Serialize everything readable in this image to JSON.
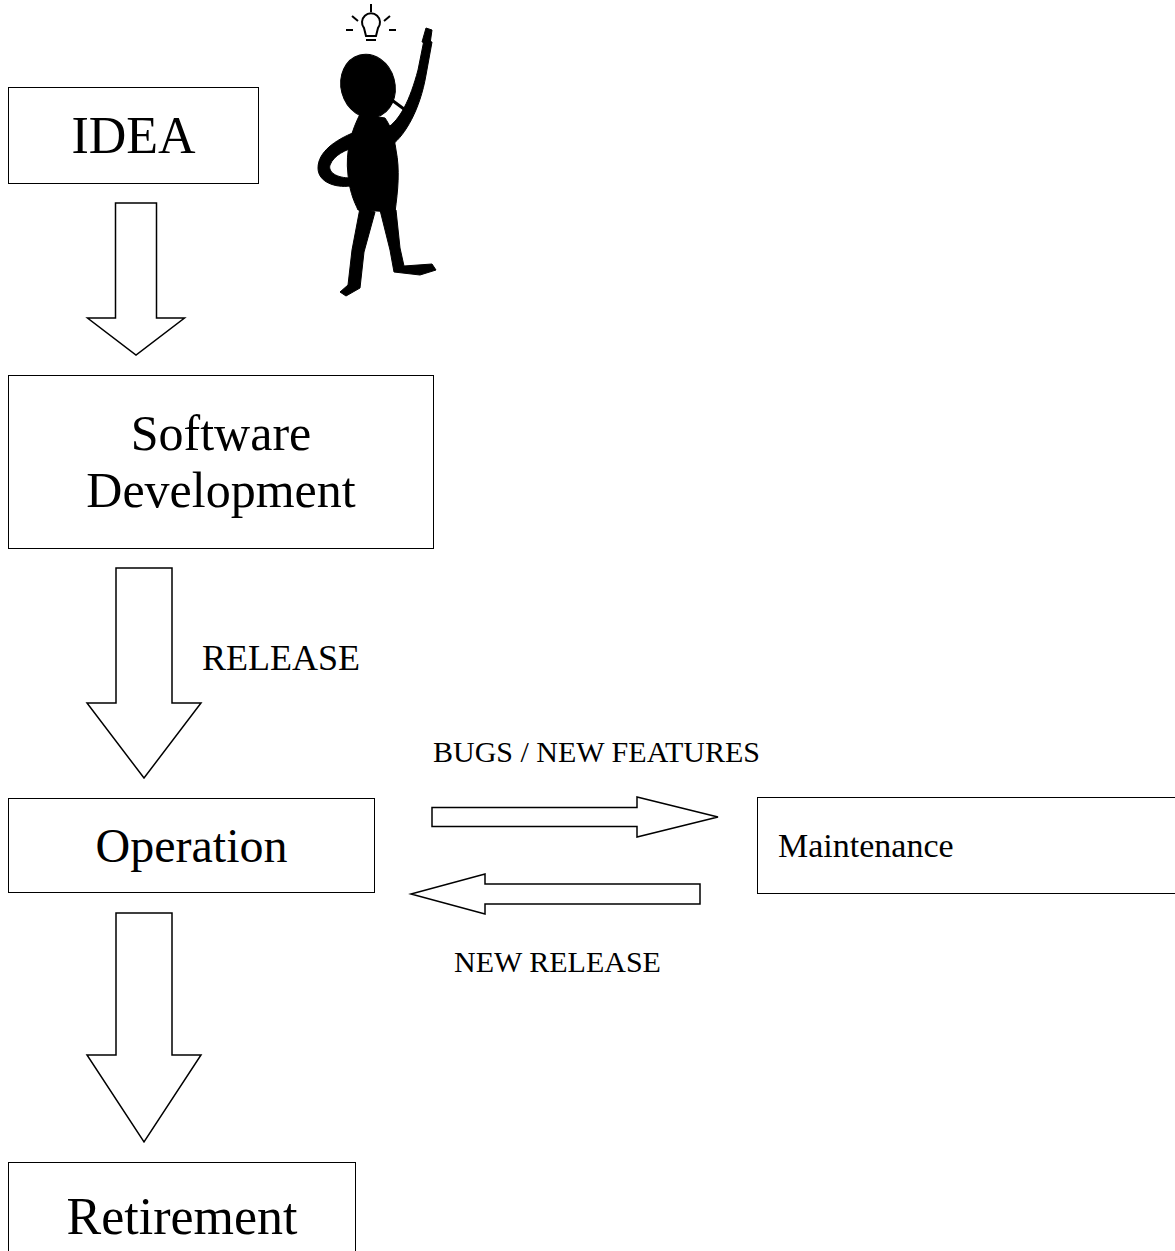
{
  "diagram": {
    "nodes": [
      {
        "text": [
          "IDEA"
        ]
      },
      {
        "text": [
          "Software Development"
        ]
      },
      {
        "text": [
          "Operation"
        ]
      },
      {
        "text": [
          "Maintenance"
        ]
      },
      {
        "text": [
          "Retirement"
        ]
      }
    ],
    "edges": [
      {
        "from": 0,
        "to": 1,
        "arrow": "to"
      },
      {
        "from": 1,
        "to": 2,
        "label": "RELEASE",
        "arrow": "to"
      },
      {
        "from": 2,
        "to": 3,
        "label": "BUGS / NEW FEATURES",
        "arrow": "to"
      },
      {
        "from": 3,
        "to": 2,
        "label": "NEW RELEASE",
        "arrow": "to"
      },
      {
        "from": 2,
        "to": 4,
        "arrow": "to"
      }
    ]
  }
}
